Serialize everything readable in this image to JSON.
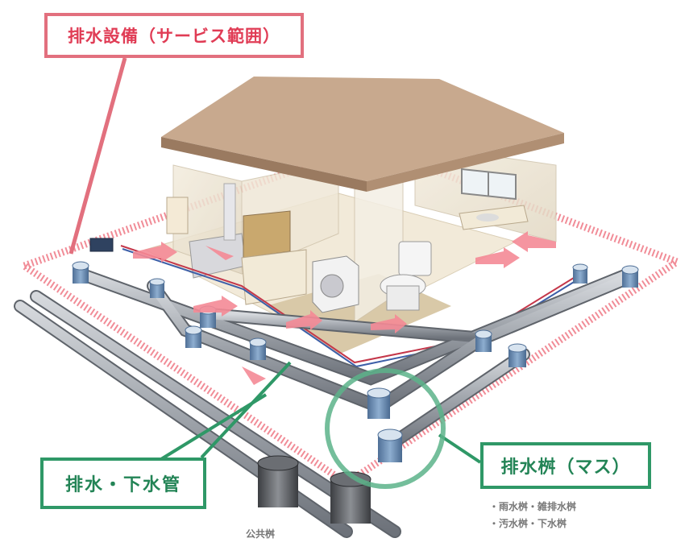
{
  "labels": {
    "service_range": "排水設備（サービス範囲）",
    "drain_sewer_pipe": "排水・下水管",
    "drain_basin": "排水桝（マス）",
    "public_basin": "公共桝",
    "basin_types_line1": "・雨水桝・雑排水桝",
    "basin_types_line2": "・汚水桝・下水桝"
  },
  "colors": {
    "service_accent": "#e2707e",
    "pipe_accent": "#2f9867",
    "pipe_gray": "#a9adb3",
    "basin_blue": "#6f8fb4",
    "roof": "#c8a98e"
  }
}
